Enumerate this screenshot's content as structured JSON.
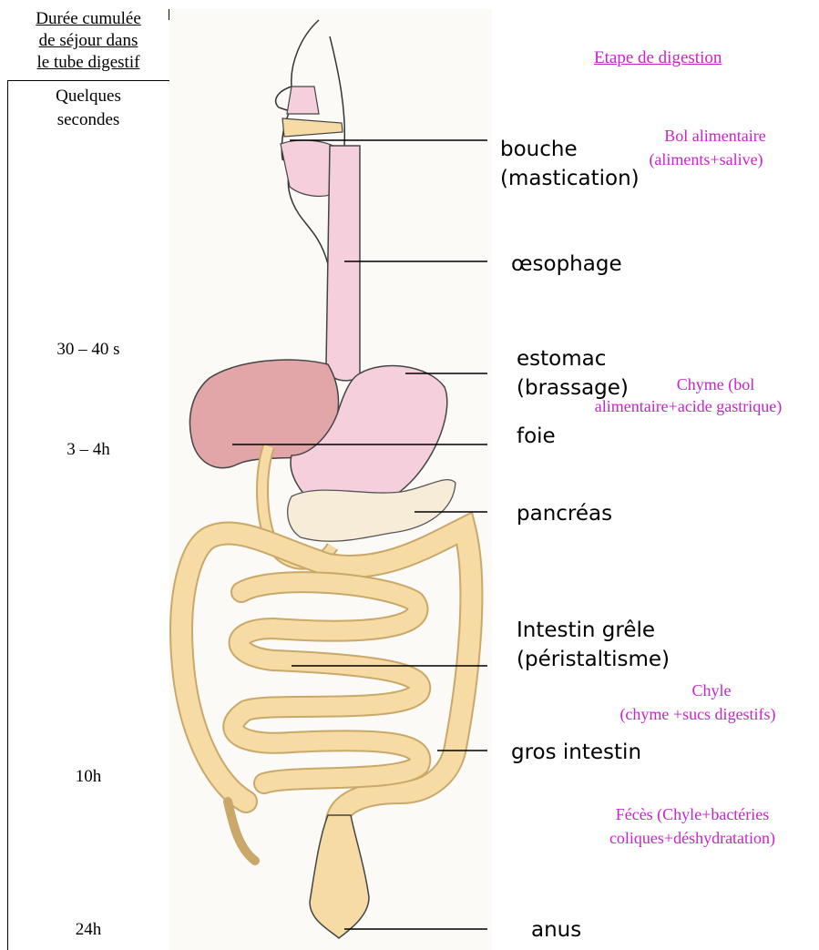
{
  "header": {
    "lines": [
      "Durée cumulée",
      "de séjour dans",
      "le tube digestif"
    ]
  },
  "stage_title": "Etape de digestion",
  "times": {
    "t1_line1": "Quelques",
    "t1_line2": "secondes",
    "t2": "30 – 40 s",
    "t3": "3 – 4h",
    "t4": "10h",
    "t5": "24h"
  },
  "organs": {
    "bouche_1": "bouche",
    "bouche_2": "(mastication)",
    "oesophage": "œsophage",
    "estomac_1": "estomac",
    "estomac_2": "(brassage)",
    "foie": "foie",
    "pancreas": "pancréas",
    "intestin_1": "Intestin grêle",
    "intestin_2": "(péristaltisme)",
    "gros_intestin": "gros intestin",
    "anus": "anus"
  },
  "stages": {
    "bol_1": "Bol alimentaire",
    "bol_2": "(aliments+salive)",
    "chyme_1": "Chyme (bol",
    "chyme_2": "alimentaire+acide gastrique)",
    "chyle_1": "Chyle",
    "chyle_2": "(chyme +sucs digestifs)",
    "feces_1": "Fécès (Chyle+bactéries",
    "feces_2": "coliques+déshydratation)"
  },
  "colors": {
    "stage_text": "#cc22cc",
    "organ_pink": "#f5d0dc",
    "intestine": "#f6dca4",
    "liver": "#e3a6a8"
  }
}
